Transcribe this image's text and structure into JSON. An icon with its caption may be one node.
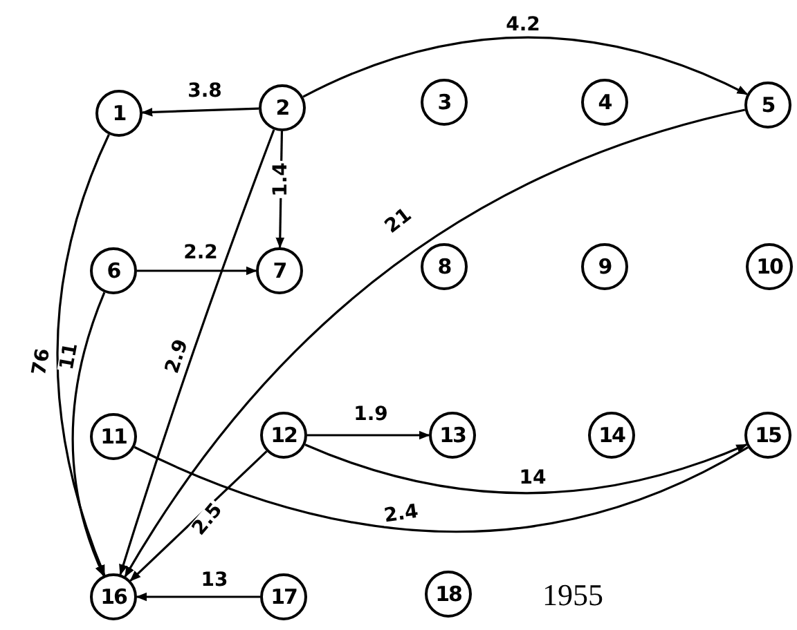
{
  "diagram": {
    "nodes": [
      {
        "text": [
          "1"
        ]
      },
      {
        "text": [
          "2"
        ]
      },
      {
        "text": [
          "3"
        ]
      },
      {
        "text": [
          "4"
        ]
      },
      {
        "text": [
          "5"
        ]
      },
      {
        "text": [
          "6"
        ]
      },
      {
        "text": [
          "7"
        ]
      },
      {
        "text": [
          "8"
        ]
      },
      {
        "text": [
          "9"
        ]
      },
      {
        "text": [
          "10"
        ]
      },
      {
        "text": [
          "11"
        ]
      },
      {
        "text": [
          "12"
        ]
      },
      {
        "text": [
          "13"
        ]
      },
      {
        "text": [
          "14"
        ]
      },
      {
        "text": [
          "15"
        ]
      },
      {
        "text": [
          "16"
        ]
      },
      {
        "text": [
          "17"
        ]
      },
      {
        "text": [
          "18"
        ]
      }
    ],
    "edges": [
      {
        "from": 1,
        "to": 0,
        "arrow": "to",
        "label": "3.8"
      },
      {
        "from": 1,
        "to": 4,
        "arrow": "to",
        "label": "4.2"
      },
      {
        "from": 1,
        "to": 6,
        "arrow": "to",
        "label": "1.4"
      },
      {
        "from": 5,
        "to": 6,
        "arrow": "to",
        "label": "2.2"
      },
      {
        "from": 0,
        "to": 15,
        "arrow": "to",
        "label": "76"
      },
      {
        "from": 5,
        "to": 15,
        "arrow": "to",
        "label": "11"
      },
      {
        "from": 1,
        "to": 15,
        "arrow": "to",
        "label": "2.9"
      },
      {
        "from": 4,
        "to": 15,
        "arrow": "to",
        "label": "21"
      },
      {
        "from": 11,
        "to": 15,
        "arrow": "to",
        "label": "2.5"
      },
      {
        "from": 11,
        "to": 12,
        "arrow": "to",
        "label": "1.9"
      },
      {
        "from": 11,
        "to": 14,
        "arrow": "to",
        "label": "14"
      },
      {
        "from": 10,
        "to": 14,
        "arrow": "none",
        "label": "2.4"
      },
      {
        "from": 16,
        "to": 15,
        "arrow": "to",
        "label": "13"
      }
    ],
    "labels": [
      "1955"
    ]
  }
}
